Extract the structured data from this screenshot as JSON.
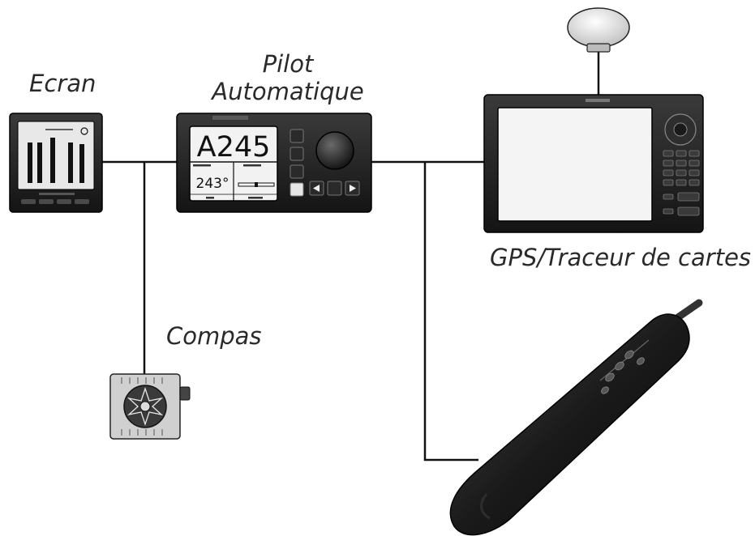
{
  "labels": {
    "screen": "Ecran",
    "autopilot_line1": "Pilot",
    "autopilot_line2": "Automatique",
    "gps": "GPS/Traceur de cartes",
    "compass": "Compas"
  },
  "autopilot_display": {
    "mode": "A245",
    "heading": "243°"
  },
  "colors": {
    "device_body": "#1e1e1e",
    "screen_bg": "#f2f2f2",
    "cable": "#111111"
  }
}
